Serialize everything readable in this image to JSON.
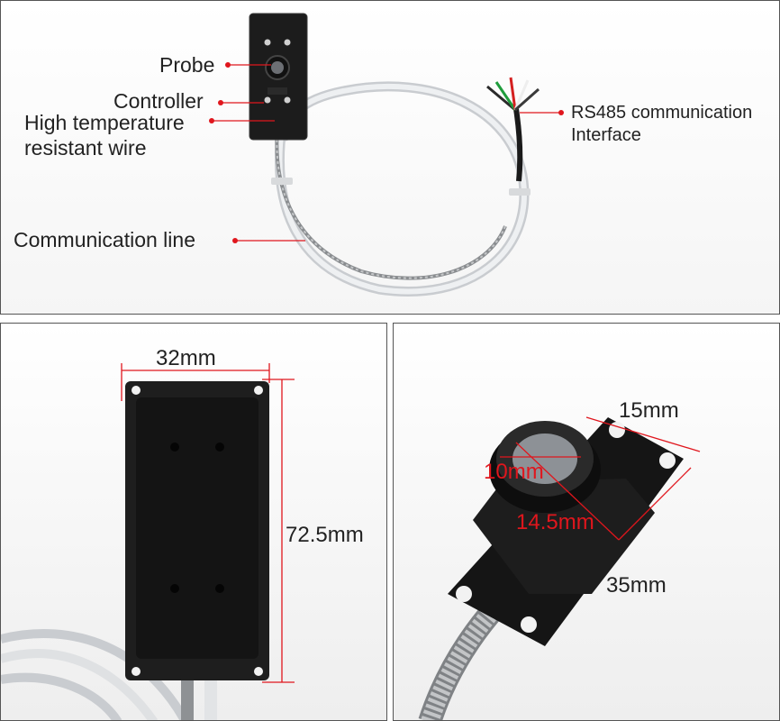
{
  "callouts": {
    "probe": "Probe",
    "controller": "Controller",
    "wire_line1": "High temperature",
    "wire_line2": "resistant wire",
    "communication_line": "Communication line",
    "rs485_line1": "RS485 communication",
    "rs485_line2": "Interface"
  },
  "dimensions_front": {
    "width": "32mm",
    "height": "72.5mm"
  },
  "dimensions_probe": {
    "width": "15mm",
    "lens": "10mm",
    "diameter": "14.5mm",
    "length": "35mm"
  },
  "colors": {
    "callout_red": "#e0161d",
    "device_black": "#1c1c1c",
    "cable_white": "#e6e8ea"
  }
}
